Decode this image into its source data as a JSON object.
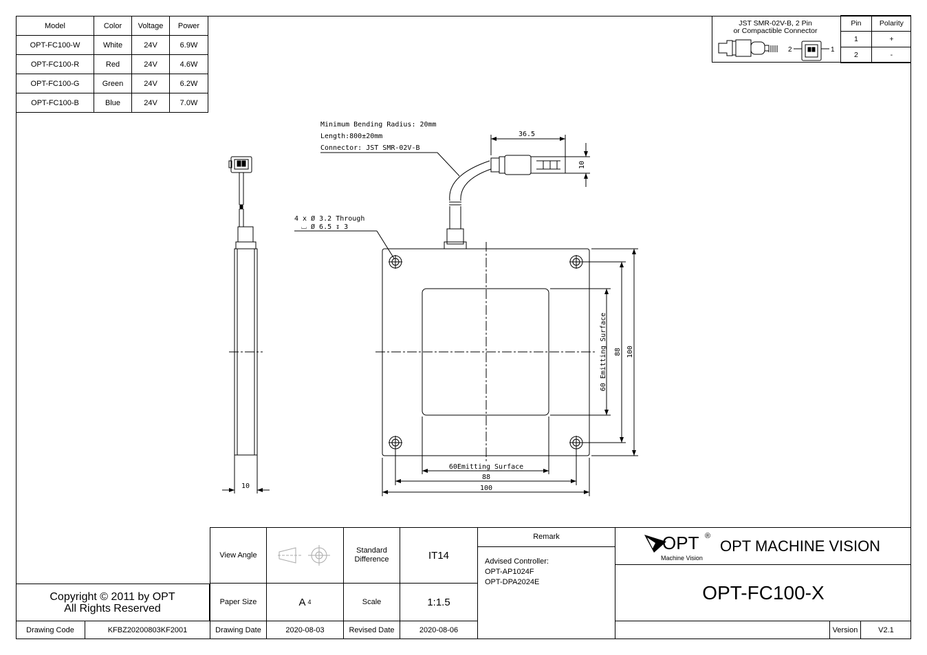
{
  "spec_table": {
    "headers": [
      "Model",
      "Color",
      "Voltage",
      "Power"
    ],
    "rows": [
      [
        "OPT-FC100-W",
        "White",
        "24V",
        "6.9W"
      ],
      [
        "OPT-FC100-R",
        "Red",
        "24V",
        "4.6W"
      ],
      [
        "OPT-FC100-G",
        "Green",
        "24V",
        "6.2W"
      ],
      [
        "OPT-FC100-B",
        "Blue",
        "24V",
        "7.0W"
      ]
    ]
  },
  "connector": {
    "title_line1": "JST SMR-02V-B, 2 Pin",
    "title_line2": "or Compactible Connector",
    "pin_label_2": "2",
    "pin_label_1": "1",
    "headers": [
      "Pin",
      "Polarity"
    ],
    "rows": [
      [
        "1",
        "+"
      ],
      [
        "2",
        "-"
      ]
    ]
  },
  "annotations": {
    "bend_radius": "Minimum Bending Radius: 20mm",
    "length": "Length:800±20mm",
    "connector": "Connector: JST SMR-02V-B",
    "hole_spec_1": "4 x Ø 3.2 Through",
    "hole_spec_2": "⌴ Ø 6.5 ↧ 3"
  },
  "dimensions": {
    "connector_length": "36.5",
    "connector_height": "10",
    "side_thickness": "10",
    "emitting_v": "60 Emitting Surface",
    "inner_v": "88",
    "outer_v": "100",
    "emitting_h": "60Emitting Surface",
    "inner_h": "88",
    "outer_h": "100"
  },
  "title_block": {
    "view_angle_label": "View Angle",
    "standard_diff_label": "Standard\nDifference",
    "standard_diff_value": "IT14",
    "remark_label": "Remark",
    "remark_text": "Advised Controller:\nOPT-AP1024F\nOPT-DPA2024E",
    "logo_text": "OPT",
    "logo_reg": "®",
    "logo_sub": "Machine Vision",
    "company": "OPT MACHINE VISION",
    "part_number": "OPT-FC100-X",
    "copyright": "Copyright © 2011 by OPT\nAll Rights Reserved",
    "paper_size_label": "Paper Size",
    "paper_size_value": "A",
    "paper_size_sub": "4",
    "scale_label": "Scale",
    "scale_value": "1:1.5",
    "drawing_code_label": "Drawing Code",
    "drawing_code_value": "KFBZ20200803KF2001",
    "drawing_date_label": "Drawing Date",
    "drawing_date_value": "2020-08-03",
    "revised_date_label": "Revised Date",
    "revised_date_value": "2020-08-06",
    "version_label": "Version",
    "version_value": "V2.1"
  }
}
